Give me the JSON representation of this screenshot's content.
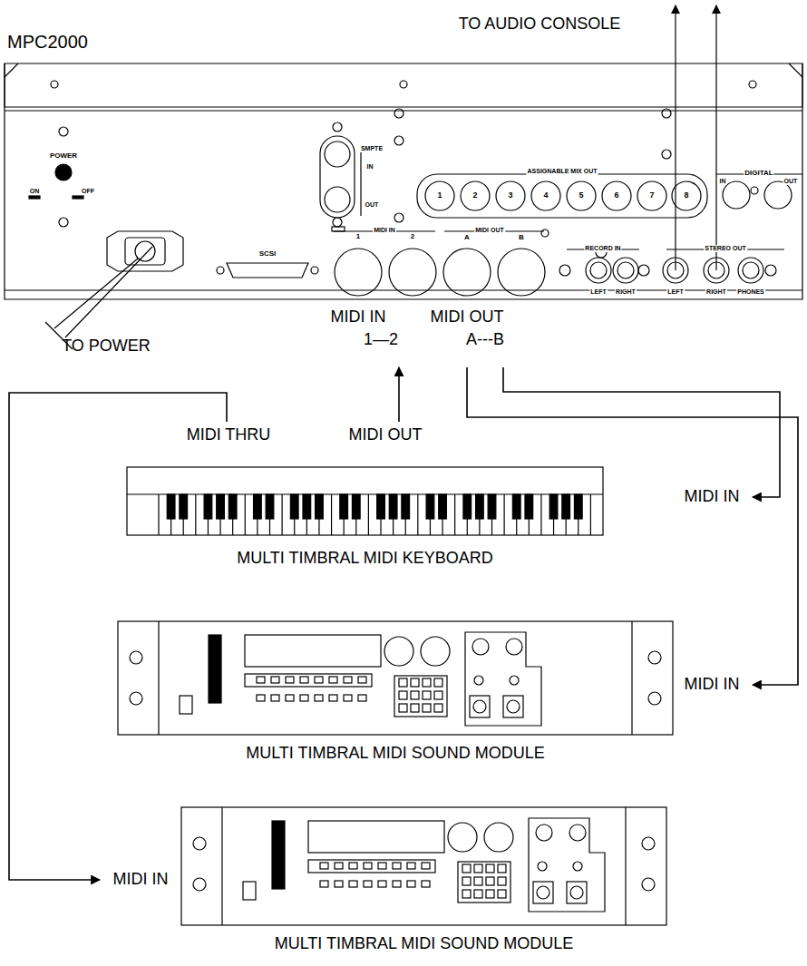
{
  "diagram": {
    "nodes": [
      {
        "text": [
          "MPC2000"
        ]
      },
      {
        "text": [
          "MULTI TIMBRAL MIDI KEYBOARD"
        ]
      },
      {
        "text": [
          "MULTI TIMBRAL MIDI SOUND MODULE"
        ]
      },
      {
        "text": [
          "MULTI TIMBRAL MIDI SOUND MODULE"
        ]
      }
    ],
    "edges": [
      {
        "from": 1,
        "to": 0,
        "arrow": "to"
      },
      {
        "from": 0,
        "to": 1,
        "arrow": "to"
      },
      {
        "from": 0,
        "to": 2,
        "arrow": "to"
      },
      {
        "from": 1,
        "to": 3,
        "arrow": "to"
      }
    ],
    "labels": [
      "TO AUDIO CONSOLE",
      "POWER",
      "ON",
      "OFF",
      "SMPTE",
      "IN",
      "OUT",
      "MIDI IN",
      "1",
      "2",
      "MIDI OUT",
      "A",
      "B",
      "SCSI",
      "ASSIGNABLE MIX OUT",
      "1",
      "2",
      "3",
      "4",
      "5",
      "6",
      "7",
      "8",
      "DIGITAL",
      "IN",
      "OUT",
      "RECORD IN",
      "LEFT",
      "RIGHT",
      "STEREO OUT",
      "LEFT",
      "RIGHT",
      "PHONES",
      "TO POWER",
      "MIDI IN",
      "1—2",
      "MIDI OUT",
      "A---B",
      "MIDI THRU",
      "MIDI OUT",
      "MIDI IN",
      "MIDI IN",
      "MIDI IN"
    ]
  }
}
